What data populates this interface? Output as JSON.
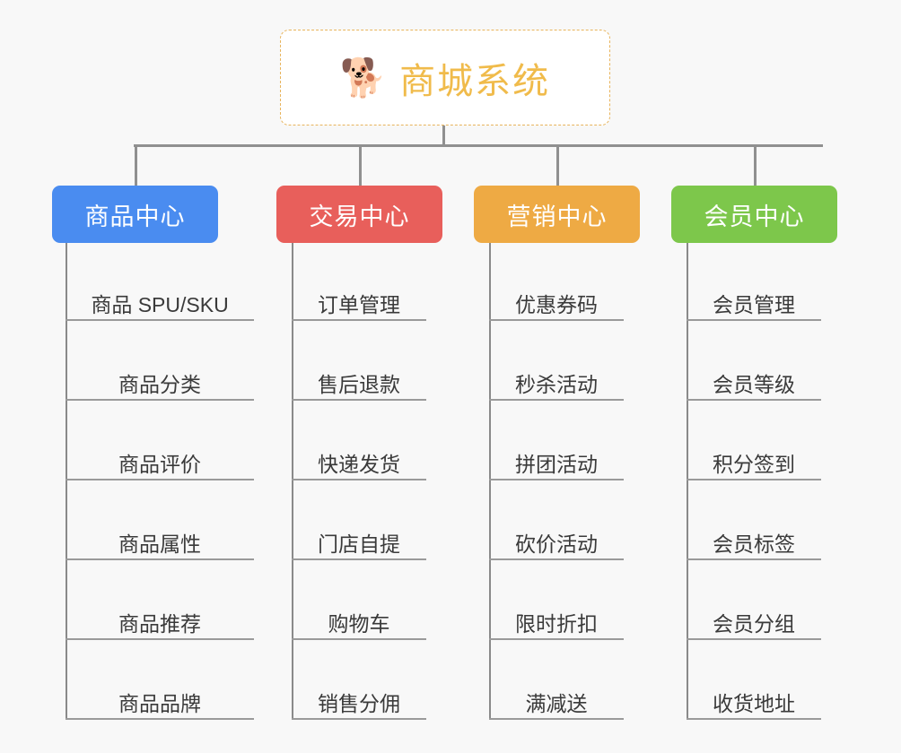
{
  "canvas": {
    "background": "#f8f8f8",
    "connector_color": "#909090",
    "leaf_line_color": "#9a9a9a",
    "leaf_text_color": "#3a3a3a"
  },
  "root": {
    "icon": "shiba-dog-face-emoji",
    "emoji": "🐕",
    "title": "商城系统",
    "title_color": "#f0bb4b",
    "border_color": "#e8b45c",
    "background": "#ffffff"
  },
  "categories": [
    {
      "id": "product-center",
      "label": "商品中心",
      "color": "#4a8cf0",
      "items": [
        {
          "label": "商品 SPU/SKU"
        },
        {
          "label": "商品分类"
        },
        {
          "label": "商品评价"
        },
        {
          "label": "商品属性"
        },
        {
          "label": "商品推荐"
        },
        {
          "label": "商品品牌"
        }
      ]
    },
    {
      "id": "trade-center",
      "label": "交易中心",
      "color": "#e85f5b",
      "items": [
        {
          "label": "订单管理"
        },
        {
          "label": "售后退款"
        },
        {
          "label": "快递发货"
        },
        {
          "label": "门店自提"
        },
        {
          "label": "购物车"
        },
        {
          "label": "销售分佣"
        }
      ]
    },
    {
      "id": "marketing-center",
      "label": "营销中心",
      "color": "#eeaa44",
      "items": [
        {
          "label": "优惠券码"
        },
        {
          "label": "秒杀活动"
        },
        {
          "label": "拼团活动"
        },
        {
          "label": "砍价活动"
        },
        {
          "label": "限时折扣"
        },
        {
          "label": "满减送"
        }
      ]
    },
    {
      "id": "member-center",
      "label": "会员中心",
      "color": "#7dc74b",
      "items": [
        {
          "label": "会员管理"
        },
        {
          "label": "会员等级"
        },
        {
          "label": "积分签到"
        },
        {
          "label": "会员标签"
        },
        {
          "label": "会员分组"
        },
        {
          "label": "收货地址"
        }
      ]
    }
  ]
}
